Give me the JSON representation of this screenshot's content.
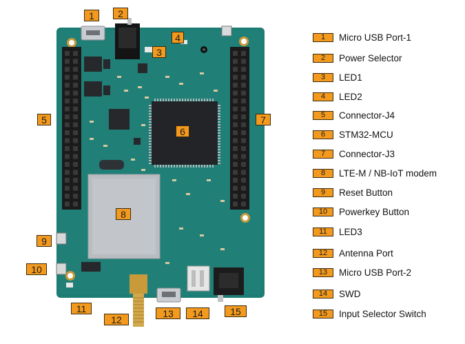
{
  "colors": {
    "callout": "#f39a1e",
    "pcb": "#1d7c74",
    "header": "#1b1b1b",
    "chip": "#222428",
    "module": "#b9bcc0",
    "gold": "#c89a3a"
  },
  "legend": [
    {
      "num": "1",
      "label": "Micro USB Port-1"
    },
    {
      "num": "2",
      "label": "Power Selector"
    },
    {
      "num": "3",
      "label": "LED1"
    },
    {
      "num": "4",
      "label": "LED2"
    },
    {
      "num": "5",
      "label": "Connector-J4"
    },
    {
      "num": "6",
      "label": "STM32-MCU"
    },
    {
      "num": "7",
      "label": "Connector-J3"
    },
    {
      "num": "8",
      "label": "LTE-M / NB-IoT modem"
    },
    {
      "num": "9",
      "label": "Reset Button"
    },
    {
      "num": "10",
      "label": "Powerkey Button"
    },
    {
      "num": "11",
      "label": "LED3"
    },
    {
      "num": "12",
      "label": "Antenna Port"
    },
    {
      "num": "13",
      "label": "Micro USB Port-2"
    },
    {
      "num": "14",
      "label": "SWD"
    },
    {
      "num": "15",
      "label": "Input Selector Switch"
    }
  ],
  "callouts": [
    "1",
    "2",
    "3",
    "4",
    "5",
    "6",
    "7",
    "8",
    "9",
    "10",
    "11",
    "12",
    "13",
    "14",
    "15"
  ]
}
